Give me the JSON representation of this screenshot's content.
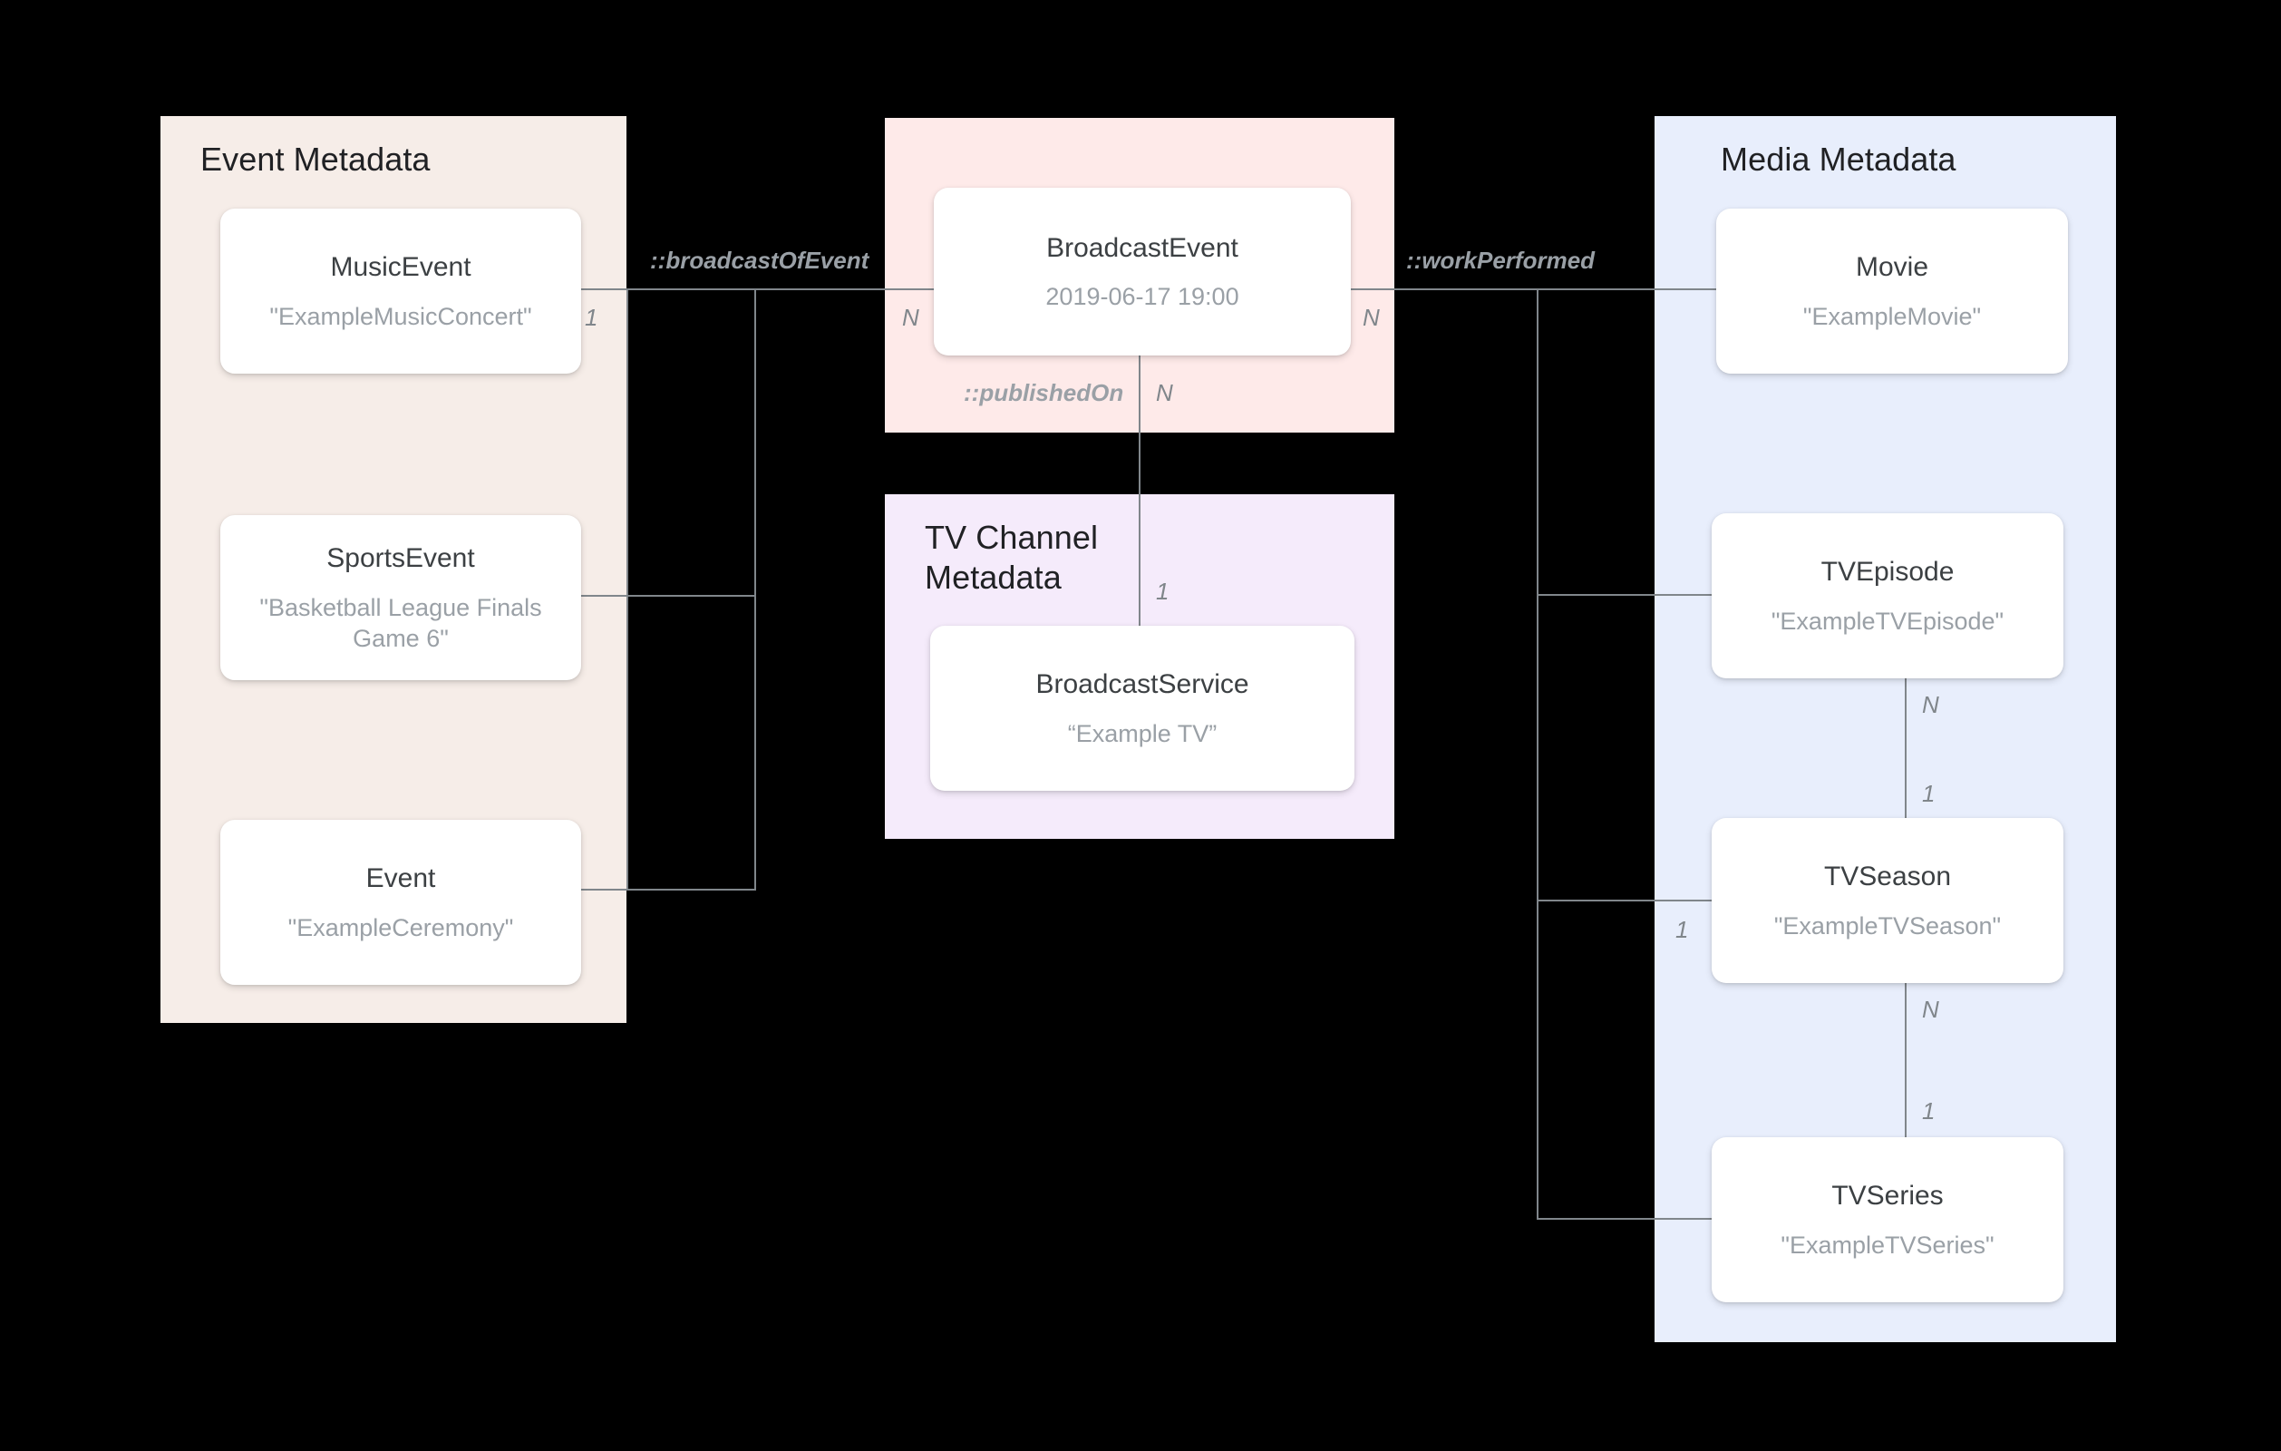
{
  "diagram": {
    "title_hidden": "",
    "background": "#000000",
    "line_color": "#80868B",
    "groups": [
      {
        "id": "event",
        "label": "Event Metadata",
        "color": "#F6EDE8",
        "nodes": [
          {
            "id": "music-event",
            "title": "MusicEvent",
            "subtitle": "\"ExampleMusicConcert\""
          },
          {
            "id": "sports-event",
            "title": "SportsEvent",
            "subtitle": "\"Basketball League Finals Game 6\""
          },
          {
            "id": "event",
            "title": "Event",
            "subtitle": "\"ExampleCeremony\""
          }
        ]
      },
      {
        "id": "broadcast",
        "label": "",
        "color": "#FEEAE9",
        "nodes": [
          {
            "id": "broadcast-event",
            "title": "BroadcastEvent",
            "subtitle": "2019-06-17 19:00"
          }
        ]
      },
      {
        "id": "tv-channel",
        "label": "TV Channel\nMetadata",
        "color": "#F5EBFB",
        "nodes": [
          {
            "id": "broadcast-service",
            "title": "BroadcastService",
            "subtitle": "“Example TV”"
          }
        ]
      },
      {
        "id": "media",
        "label": "Media Metadata",
        "color": "#E8EEFC",
        "nodes": [
          {
            "id": "movie",
            "title": "Movie",
            "subtitle": "\"ExampleMovie\""
          },
          {
            "id": "tv-episode",
            "title": "TVEpisode",
            "subtitle": "\"ExampleTVEpisode\""
          },
          {
            "id": "tv-season",
            "title": "TVSeason",
            "subtitle": "\"ExampleTVSeason\""
          },
          {
            "id": "tv-series",
            "title": "TVSeries",
            "subtitle": "\"ExampleTVSeries\""
          }
        ]
      }
    ],
    "relations": [
      {
        "id": "broadcast-of-event",
        "label": "::broadcastOfEvent"
      },
      {
        "id": "published-on",
        "label": "::publishedOn"
      },
      {
        "id": "work-performed",
        "label": "::workPerformed"
      }
    ],
    "cardinalities": {
      "sports_event_left": "1",
      "broadcast_event_left": "N",
      "broadcast_event_right": "N",
      "broadcast_event_bottom": "N",
      "broadcast_service_top": "1",
      "tv_episode_bottom": "N",
      "tv_season_top": "1",
      "tv_season_left": "1",
      "tv_season_bottom": "N",
      "tv_series_top": "1"
    }
  }
}
